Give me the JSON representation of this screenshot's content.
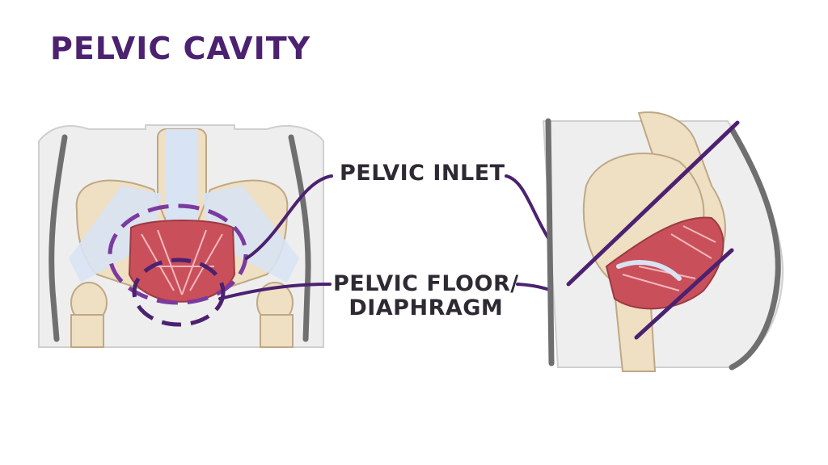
{
  "title": "PELVIC CAVITY",
  "labels": {
    "inlet": "PELVIC INLET",
    "floor_line1": "PELVIC FLOOR/",
    "floor_line2": "DIAPHRAGM"
  },
  "colors": {
    "title": "#4b2170",
    "outline": "#4b2170",
    "bone": "#efdfc3",
    "muscle": "#c9505a",
    "ligament": "#d8e3f3",
    "skin": "#eeeeee",
    "label_text": "#2e2a33"
  }
}
